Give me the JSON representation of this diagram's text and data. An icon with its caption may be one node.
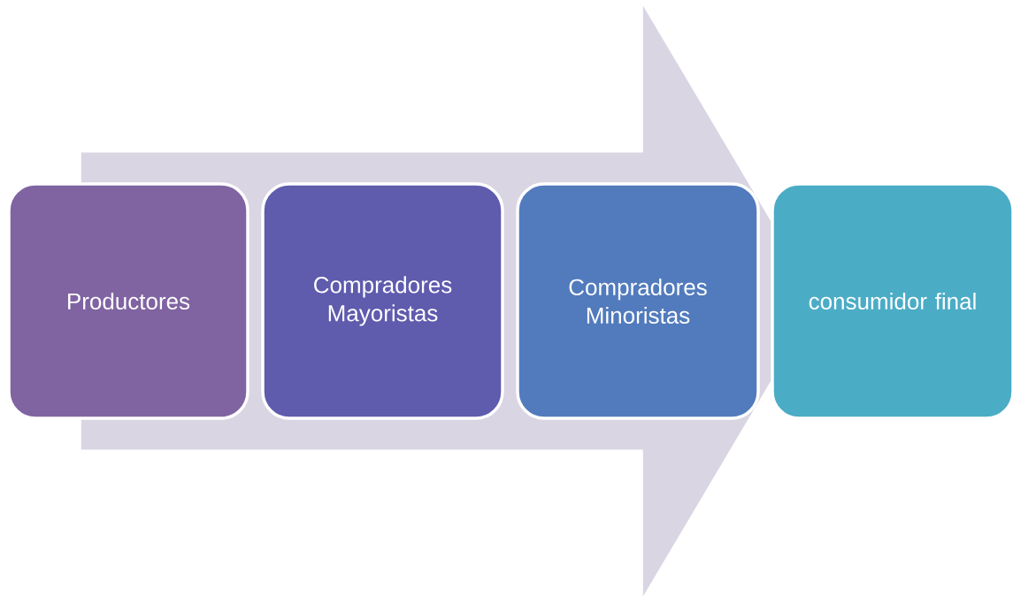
{
  "diagram": {
    "nodes": [
      {
        "text": [
          "Productores"
        ]
      },
      {
        "text": [
          "Compradores Mayoristas"
        ]
      },
      {
        "text": [
          "Compradores Minoristas"
        ]
      },
      {
        "text": [
          "consumidor final"
        ]
      }
    ],
    "edges": [
      {
        "from": 0,
        "to": 3,
        "arrow": "to"
      }
    ]
  }
}
